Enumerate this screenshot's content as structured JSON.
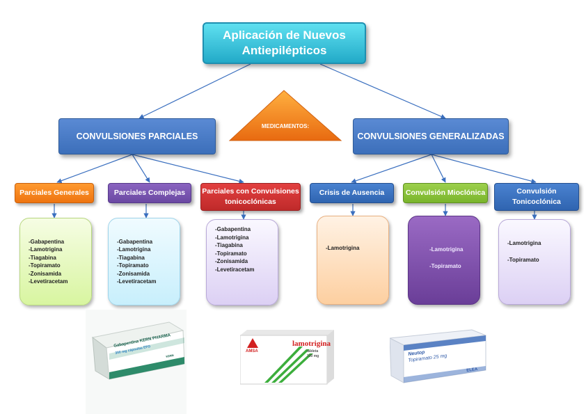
{
  "title": {
    "line1": "Aplicación de Nuevos",
    "line2": "Antiepilépticos"
  },
  "center_label": "MEDICAMENTOS:",
  "categories": {
    "partial": "CONVULSIONES PARCIALES",
    "generalized": "CONVULSIONES GENERALIZADAS"
  },
  "subtypes": [
    {
      "line1": "Parciales Generales",
      "line2": ""
    },
    {
      "line1": "Parciales Complejas",
      "line2": ""
    },
    {
      "line1": "Parciales con Convulsiones",
      "line2": "tonicoclónicas"
    },
    {
      "line1": "Crisis de Ausencia",
      "line2": ""
    },
    {
      "line1": "Convulsión Mioclónica",
      "line2": ""
    },
    {
      "line1": "Convulsión",
      "line2": "Tonicoclónica"
    }
  ],
  "drug_lists": [
    [
      "-Gabapentina",
      "-Lamotrigina",
      "-Tiagabina",
      "-Topiramato",
      "-Zonisamida",
      "-Levetiracetam"
    ],
    [
      "-Gabapentina",
      "-Lamotrigina",
      "-Tiagabina",
      "-Topiramato",
      "-Zonisamida",
      "-Levetiracetam"
    ],
    [
      "-Gabapentina",
      "-Lamotrigina",
      "-Tiagabina",
      "-Topiramato",
      "-Zonisamida",
      "-Levetiracetam"
    ],
    [
      "-Lamotrigina"
    ],
    [
      "-Lamotrigina",
      "-Topiramato"
    ],
    [
      "-Lamotrigina",
      "-Topiramato"
    ]
  ],
  "packages": {
    "gabapentina": {
      "name": "Gabapentina KERN PHARMA",
      "dose": "300 mg cápsulas EFG",
      "brand": "KERN"
    },
    "lamotrigina": {
      "brand": "AMSA",
      "name": "lamotrigina",
      "form": "tableta",
      "dose": "100 mg"
    },
    "topiramato": {
      "brand": "Neutop",
      "name": "Topiramato 25 mg",
      "maker": "ELEA"
    }
  }
}
